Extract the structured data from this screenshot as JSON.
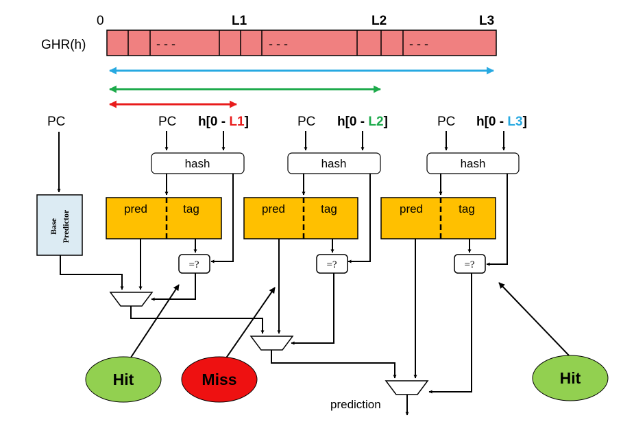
{
  "colors": {
    "ghr_fill": "#F08080",
    "table_fill": "#FFC000",
    "base_fill": "#DCEBF3",
    "l1": "#E81C1C",
    "l2": "#1DAA4B",
    "l3": "#27A9E1",
    "hit_fill": "#92D050",
    "miss_fill": "#EE1111"
  },
  "ghr": {
    "label": "GHR(h)",
    "mark_0": "0",
    "mark_l1": "L1",
    "mark_l2": "L2",
    "mark_l3": "L3",
    "dots": "- - -"
  },
  "base": {
    "pc_label": "PC",
    "line1": "Base",
    "line2": "Predictor"
  },
  "tables": [
    {
      "pc_label": "PC",
      "h_prefix": "h[0 - ",
      "h_len": "L1",
      "h_suffix": "]",
      "hash": "hash",
      "pred": "pred",
      "tag": "tag",
      "cmp": "=?"
    },
    {
      "pc_label": "PC",
      "h_prefix": "h[0 - ",
      "h_len": "L2",
      "h_suffix": "]",
      "hash": "hash",
      "pred": "pred",
      "tag": "tag",
      "cmp": "=?"
    },
    {
      "pc_label": "PC",
      "h_prefix": "h[0 - ",
      "h_len": "L3",
      "h_suffix": "]",
      "hash": "hash",
      "pred": "pred",
      "tag": "tag",
      "cmp": "=?"
    }
  ],
  "status": {
    "hit1": "Hit",
    "miss": "Miss",
    "hit3": "Hit"
  },
  "output_label": "prediction"
}
